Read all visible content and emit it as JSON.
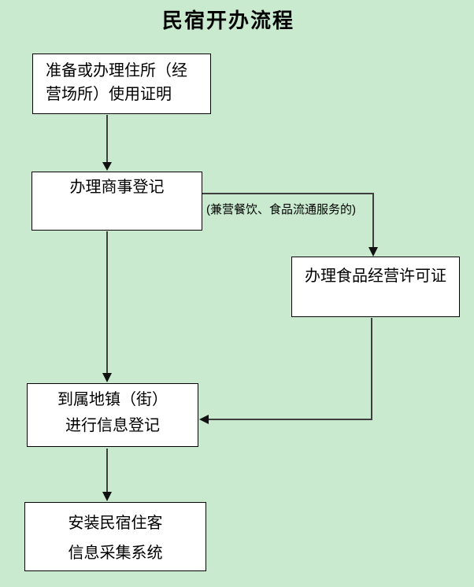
{
  "page": {
    "title": "民宿开办流程",
    "background_color": "#c9eace"
  },
  "flowchart": {
    "nodes": [
      {
        "lines": [
          "准备或办理住所（经",
          "营场所）使用证明"
        ]
      },
      {
        "lines": [
          "办理商事登记"
        ]
      },
      {
        "lines": [
          "办理食品经营许可证"
        ]
      },
      {
        "lines": [
          "到属地镇（街）",
          "进行信息登记"
        ]
      },
      {
        "lines": [
          "安装民宿住客",
          "信息采集系统"
        ]
      }
    ],
    "edge_label": "(兼营餐饮、食品流通服务的)",
    "colors": {
      "box_fill": "#ffffff",
      "box_border": "#000000",
      "connector_line": "#3f3f3f",
      "arrowhead": "#111111",
      "text": "#000000"
    }
  }
}
